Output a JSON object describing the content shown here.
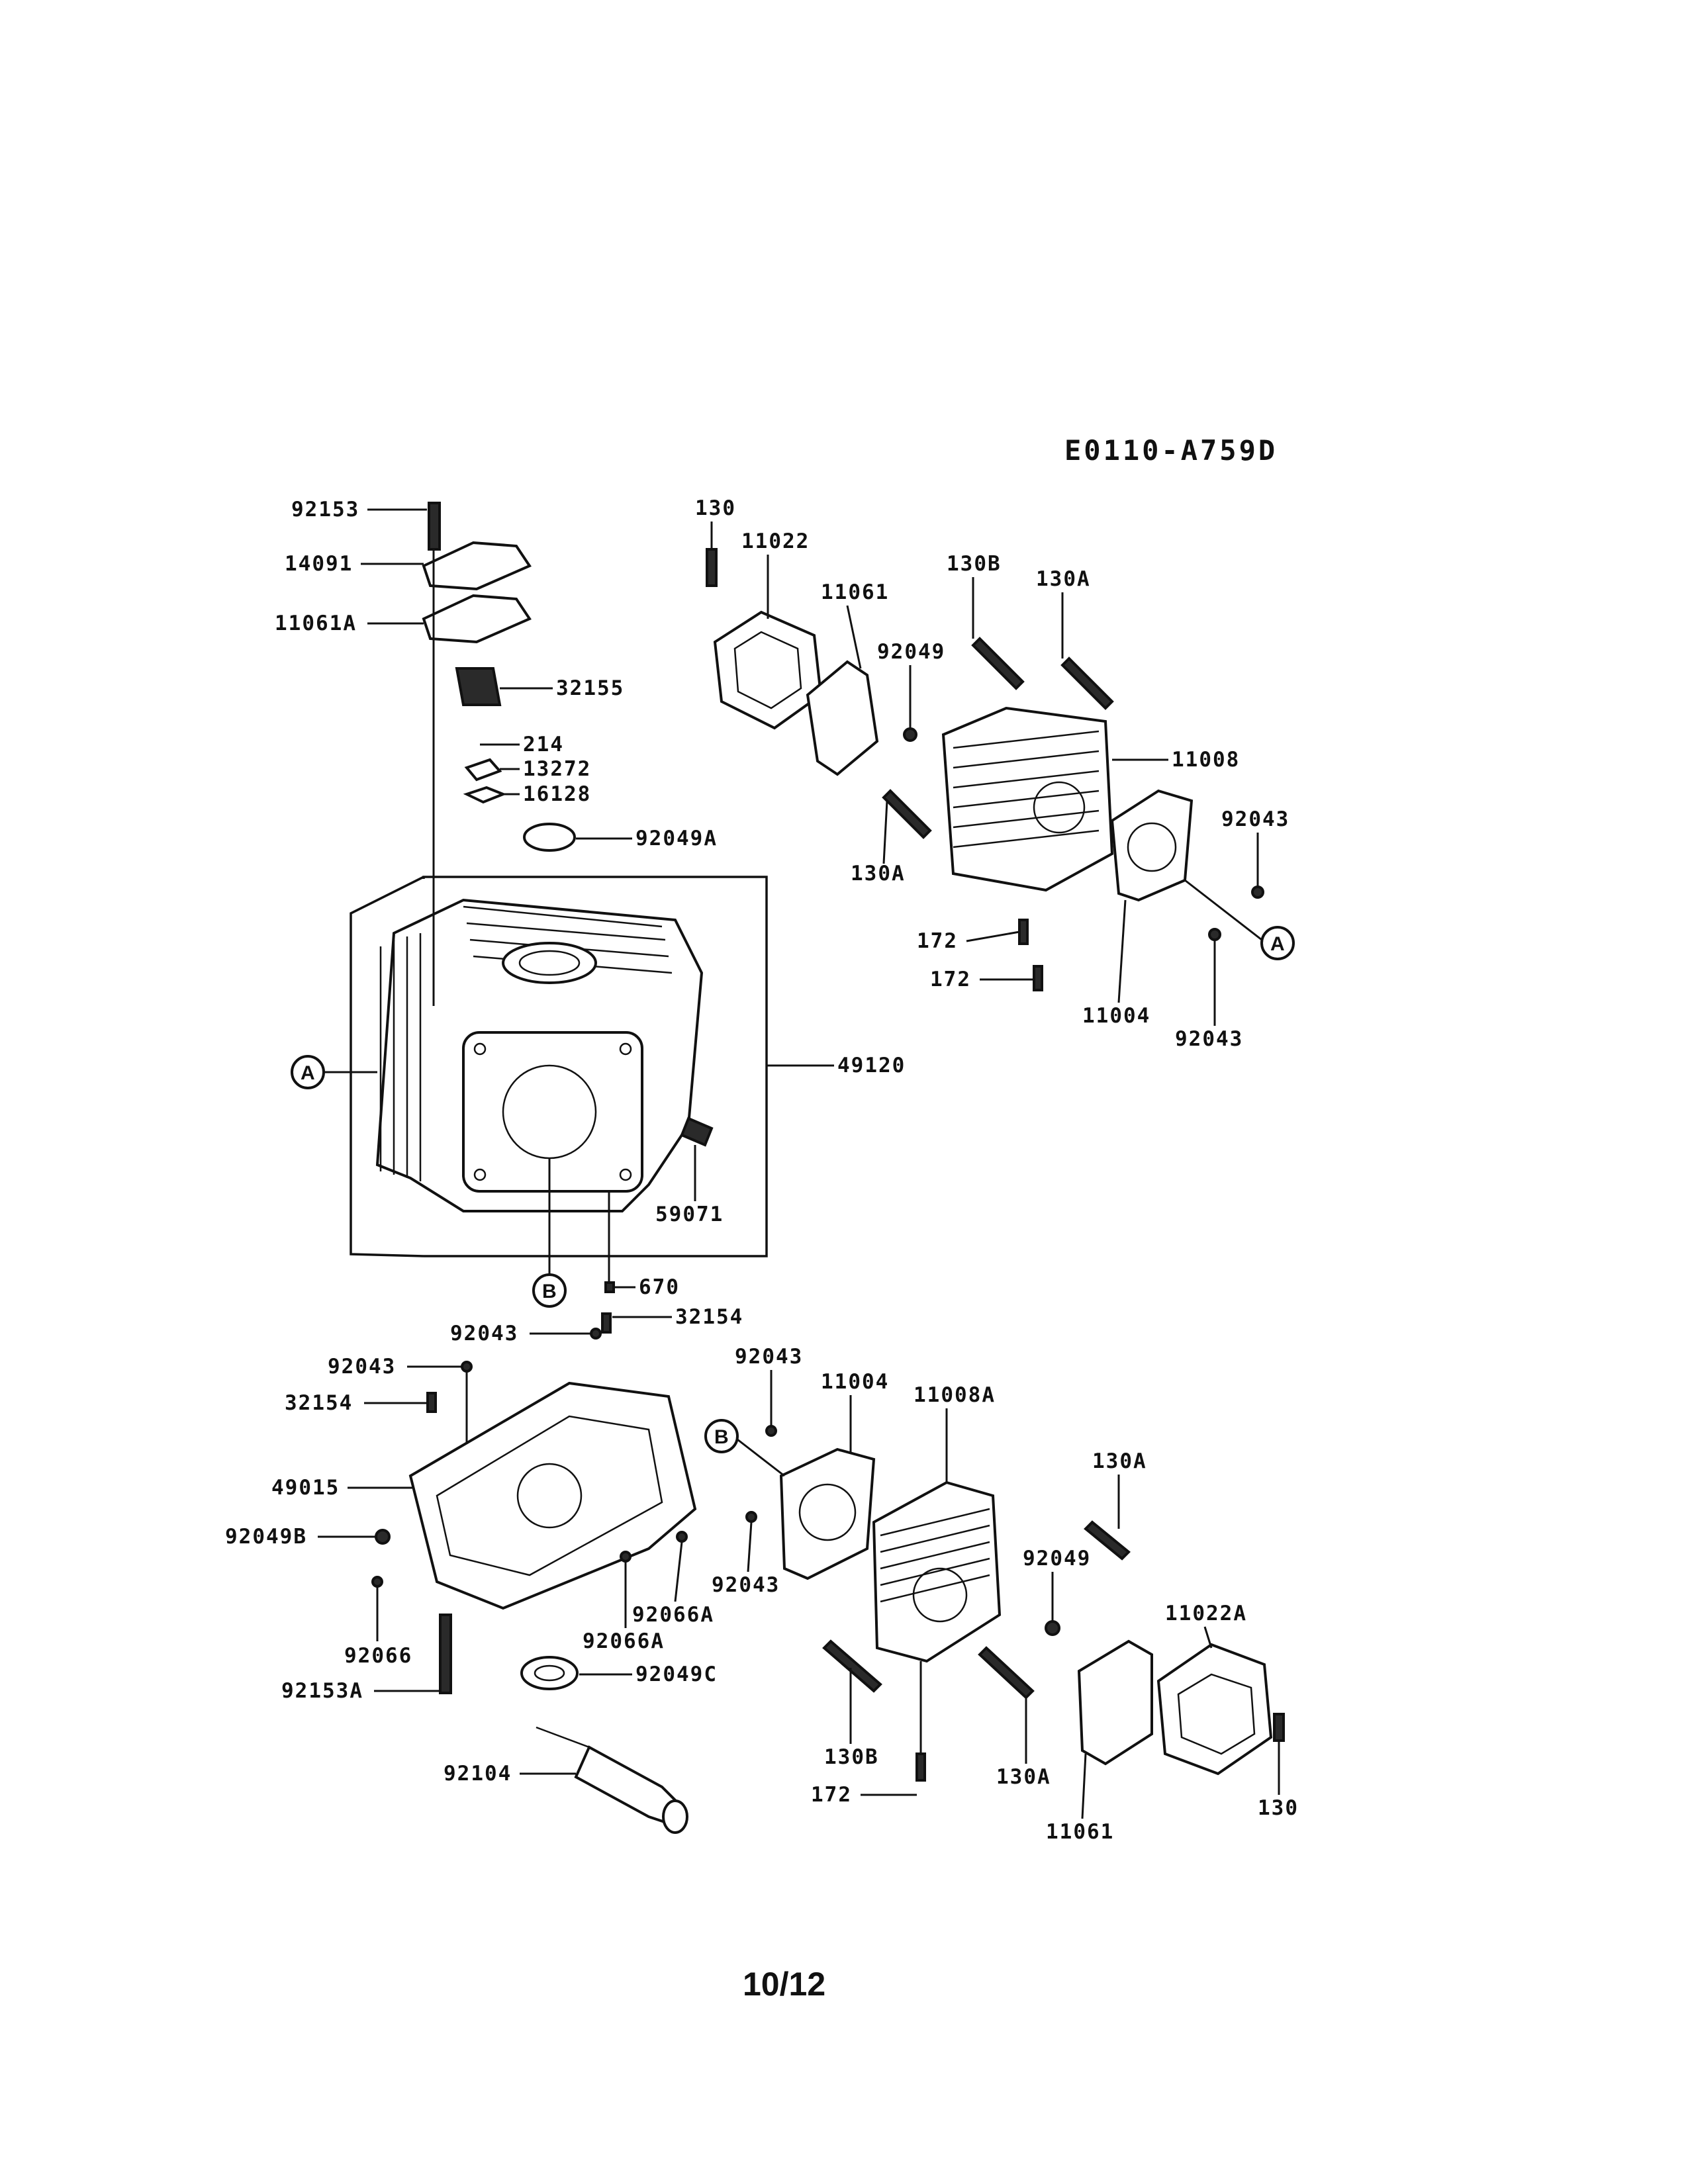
{
  "diagram_code": "E0110-A759D",
  "page_number": "10/12",
  "callouts": {
    "A": "A",
    "B": "B"
  },
  "parts": {
    "p92153": "92153",
    "p14091": "14091",
    "p11061A": "11061A",
    "p32155": "32155",
    "p214": "214",
    "p13272": "13272",
    "p16128": "16128",
    "p92049A": "92049A",
    "p49120": "49120",
    "p59071": "59071",
    "p670": "670",
    "p130_top": "130",
    "p11022": "11022",
    "p11061_top": "11061",
    "p130B_top": "130B",
    "p130A_top": "130A",
    "p92049_top": "92049",
    "p11008": "11008",
    "p92043_r1": "92043",
    "p130A_left": "130A",
    "p172_a": "172",
    "p172_b": "172",
    "p11004_top": "11004",
    "p92043_r2": "92043",
    "p92043_c1": "92043",
    "p32154_c1": "32154",
    "p92043_c2": "92043",
    "p32154_c2": "32154",
    "p49015": "49015",
    "p92049B": "92049B",
    "p92066": "92066",
    "p92153A": "92153A",
    "p92066A_1": "92066A",
    "p92066A_2": "92066A",
    "p92049C": "92049C",
    "p92104": "92104",
    "p92043_h1": "92043",
    "p11004_bot": "11004",
    "p11008A": "11008A",
    "p130A_bot1": "130A",
    "p92043_h2": "92043",
    "p92049_bot": "92049",
    "p11022A": "11022A",
    "p130B_bot": "130B",
    "p172_c": "172",
    "p130A_bot2": "130A",
    "p11061_bot": "11061",
    "p130_bot": "130"
  }
}
